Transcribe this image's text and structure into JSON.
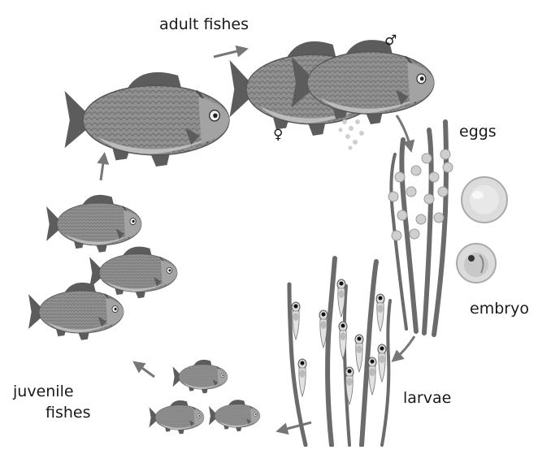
{
  "labels": {
    "adult": "adult fishes",
    "eggs": "eggs",
    "embryo": "embryo",
    "larvae": "larvae",
    "juvenile_line1": "juvenile",
    "juvenile_line2": "fishes"
  },
  "symbols": {
    "male": "♂",
    "female": "♀"
  },
  "colors": {
    "fish_body": "#8f8f8f",
    "fish_scale": "#6e6e6e",
    "fish_fin": "#5c5c5c",
    "fish_belly": "#bdbdbd",
    "arrow": "#777777",
    "plant": "#6b6b6b",
    "egg": "#cfcfcf",
    "background": "#ffffff"
  }
}
